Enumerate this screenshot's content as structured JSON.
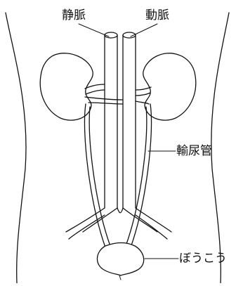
{
  "labels": {
    "vein": "静脈",
    "artery": "動脈",
    "ureter": "輸尿管",
    "bladder": "ぼうこう"
  },
  "colors": {
    "line": "#111111",
    "background": "#ffffff"
  }
}
